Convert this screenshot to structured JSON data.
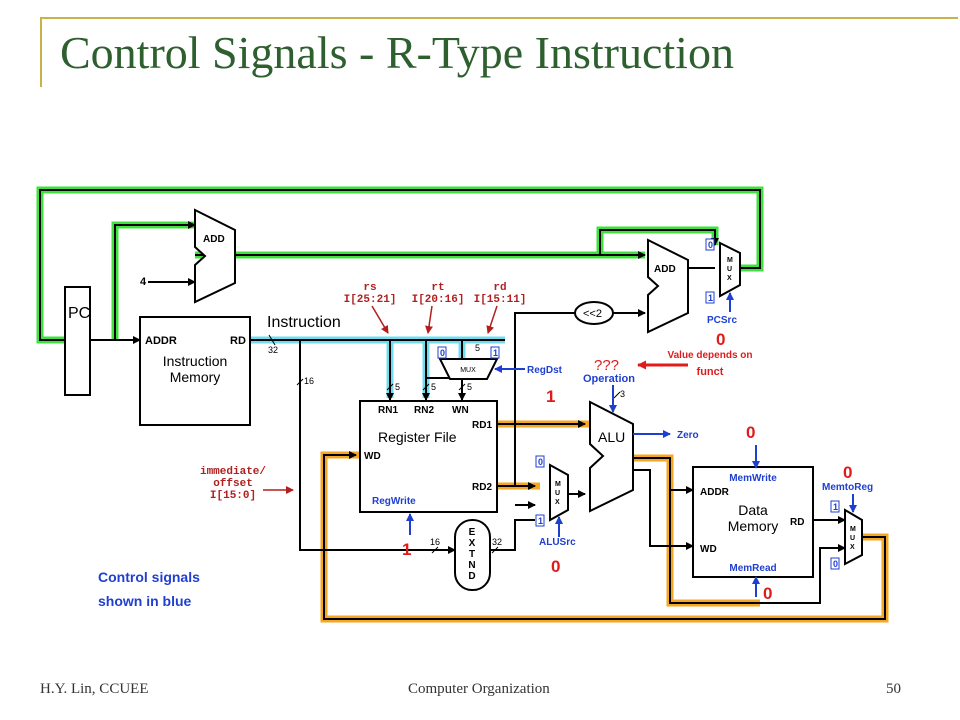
{
  "slide": {
    "title": "Control Signals - R-Type Instruction",
    "footer_left": "H.Y. Lin, CCUEE",
    "footer_center": "Computer Organization",
    "footer_right": "50"
  },
  "colors": {
    "title": "#2e5f2e",
    "control_signal": "#1f3fd1",
    "signal_value": "#e01b1b",
    "field_label": "#b11f1f",
    "active_path_green": "#3fe13f",
    "active_path_cyan": "#6fdcef",
    "active_path_orange": "#f5a623"
  },
  "diagram": {
    "pc_label": "PC",
    "add_label": "ADD",
    "constant_four": "4",
    "shift_label": "<<2",
    "instr_mem": {
      "addr": "ADDR",
      "rd": "RD",
      "title_line1": "Instruction",
      "title_line2": "Memory"
    },
    "instruction_label": "Instruction",
    "bus_32": "32",
    "bus_16": "16",
    "bus_5": "5",
    "bus_3": "3",
    "fields": {
      "rs_name": "rs",
      "rs_bits": "I[25:21]",
      "rt_name": "rt",
      "rt_bits": "I[20:16]",
      "rd_name": "rd",
      "rd_bits": "I[15:11]",
      "imm_line1": "immediate/",
      "imm_line2": "offset",
      "imm_line3": "I[15:0]"
    },
    "reg_file": {
      "rn1": "RN1",
      "rn2": "RN2",
      "wn": "WN",
      "rd1": "RD1",
      "rd2": "RD2",
      "wd": "WD",
      "title": "Register File",
      "regwrite": "RegWrite"
    },
    "mux_label": "MUX",
    "mux_letters": [
      "M",
      "U",
      "X"
    ],
    "mux_in0": "0",
    "mux_in1": "1",
    "extend_letters": [
      "E",
      "X",
      "T",
      "N",
      "D"
    ],
    "alu_label": "ALU",
    "zero_label": "Zero",
    "operation_label": "Operation",
    "data_mem": {
      "memwrite": "MemWrite",
      "addr": "ADDR",
      "title_line1": "Data",
      "title_line2": "Memory",
      "rd": "RD",
      "wd": "WD",
      "memread": "MemRead"
    },
    "controls": {
      "pcsrc": "PCSrc",
      "regdst": "RegDst",
      "alusrc": "ALUSrc",
      "memtoreg": "MemtoReg"
    },
    "values": {
      "pcsrc": "0",
      "operation": "???",
      "regdst": "1",
      "regwrite": "1",
      "alusrc": "0",
      "memwrite": "0",
      "memread": "0",
      "memtoreg": "0"
    },
    "note_line1": "Value depends on",
    "note_line2": "funct",
    "legend_line1": "Control signals",
    "legend_line2": "shown in blue"
  }
}
